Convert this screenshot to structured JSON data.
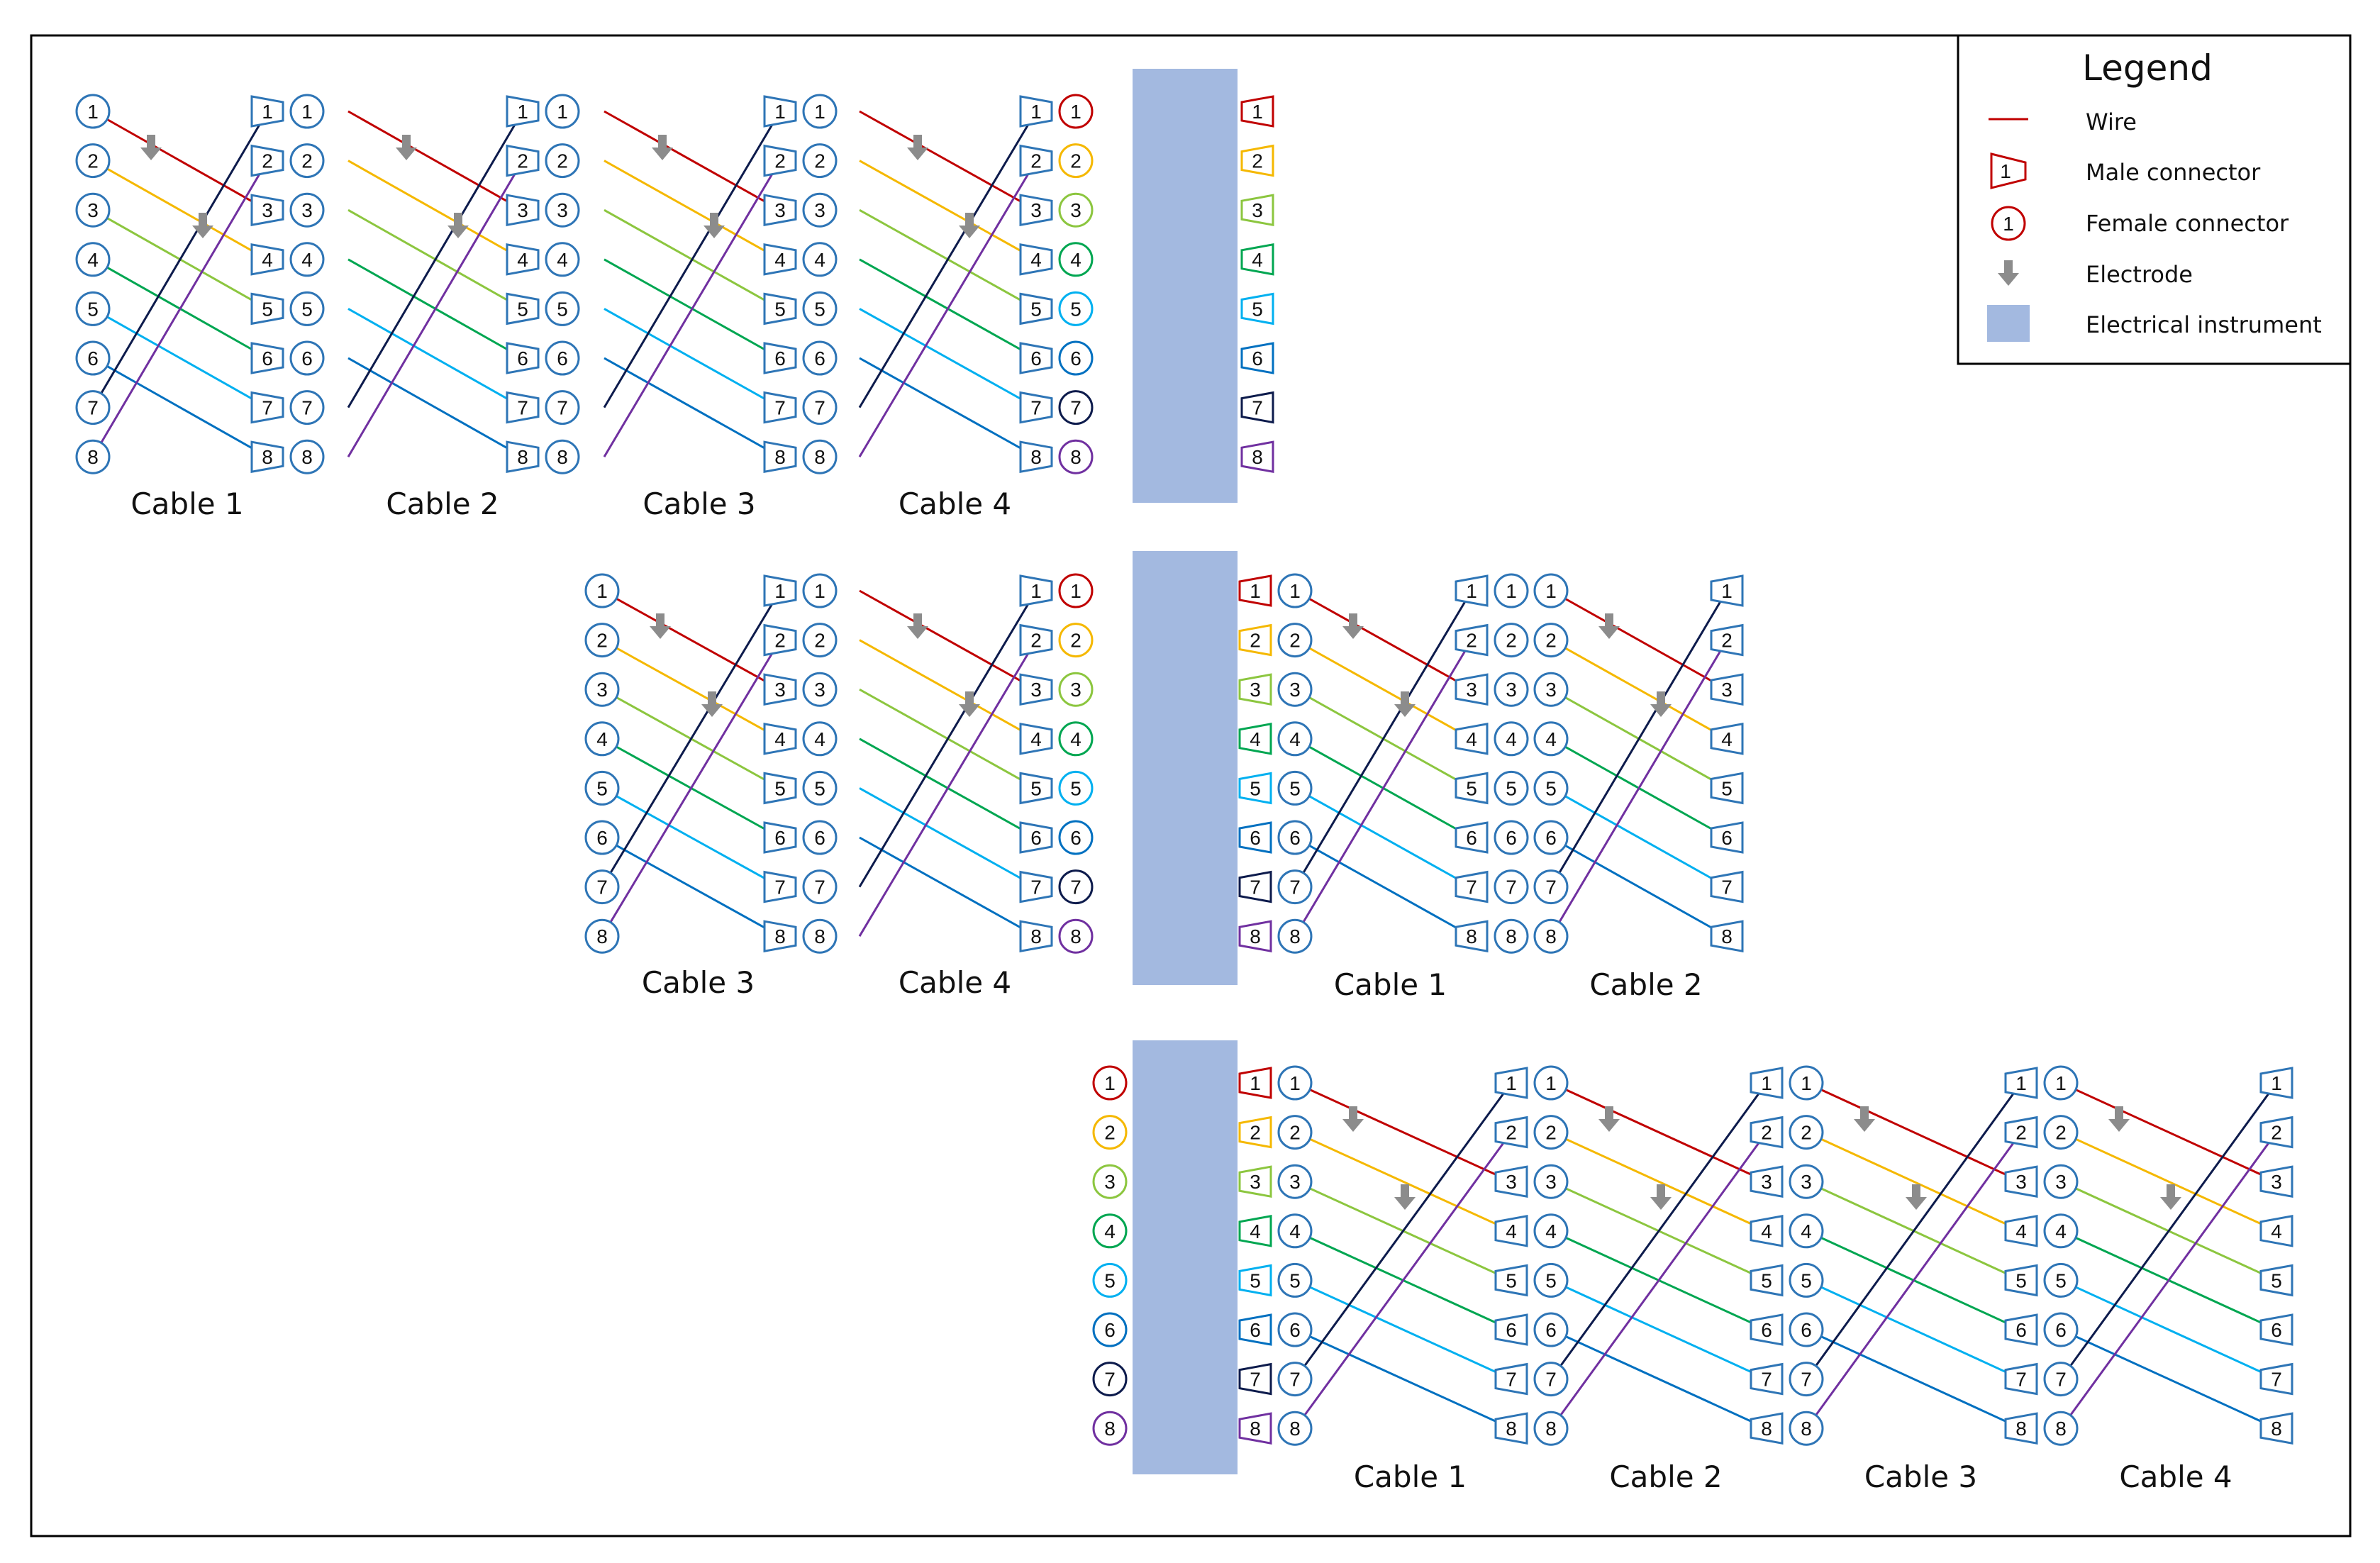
{
  "legend": {
    "title": "Legend",
    "items": [
      {
        "kind": "wire",
        "label": "Wire",
        "icon": "wire-line-icon"
      },
      {
        "kind": "male",
        "label": "Male connector",
        "symbol": "1",
        "icon": "male-connector-icon"
      },
      {
        "kind": "female",
        "label": "Female connector",
        "symbol": "1",
        "icon": "female-connector-icon"
      },
      {
        "kind": "electrode",
        "label": "Electrode",
        "icon": "electrode-arrow-icon"
      },
      {
        "kind": "instrument",
        "label": "Electrical instrument",
        "icon": "instrument-swatch-icon"
      }
    ]
  },
  "cable_names": [
    "Cable 1",
    "Cable 2",
    "Cable 3",
    "Cable 4"
  ],
  "pin_labels": [
    "1",
    "2",
    "3",
    "4",
    "5",
    "6",
    "7",
    "8"
  ],
  "colors": {
    "pins": [
      "#c00000",
      "#f5b800",
      "#8cc63f",
      "#00a651",
      "#00b0f0",
      "#0070c0",
      "#0d1b4c",
      "#7030a0"
    ],
    "connector_outline": "#2e75b6",
    "instrument": "#a3b9e0",
    "electrode": "#8c8c8c",
    "wire_legend": "#c00000",
    "frame": "#000000"
  },
  "wiring": {
    "cable_1": [
      [
        "1",
        "3"
      ],
      [
        "2",
        "4"
      ],
      [
        "3",
        "5"
      ],
      [
        "4",
        "6"
      ],
      [
        "5",
        "7"
      ],
      [
        "6",
        "8"
      ],
      [
        "7",
        "1"
      ],
      [
        "8",
        "2"
      ]
    ],
    "cable_2": [
      [
        "1",
        "3"
      ],
      [
        "2",
        "4"
      ],
      [
        "3",
        "5"
      ],
      [
        "4",
        "6"
      ],
      [
        "5",
        "7"
      ],
      [
        "6",
        "8"
      ],
      [
        "7",
        "1"
      ],
      [
        "8",
        "2"
      ]
    ],
    "cable_3": [
      [
        "1",
        "3"
      ],
      [
        "2",
        "4"
      ],
      [
        "3",
        "5"
      ],
      [
        "4",
        "6"
      ],
      [
        "5",
        "7"
      ],
      [
        "6",
        "8"
      ],
      [
        "7",
        "1"
      ],
      [
        "8",
        "2"
      ]
    ],
    "cable_4": [
      [
        "1",
        "3"
      ],
      [
        "2",
        "4"
      ],
      [
        "3",
        "5"
      ],
      [
        "4",
        "6"
      ],
      [
        "5",
        "7"
      ],
      [
        "6",
        "8"
      ],
      [
        "7",
        "1"
      ],
      [
        "8",
        "2"
      ]
    ]
  },
  "configurations": [
    {
      "name": "configuration-1",
      "cables_left_of_instrument": [
        "Cable 1",
        "Cable 2",
        "Cable 3",
        "Cable 4"
      ],
      "cables_right_of_instrument": []
    },
    {
      "name": "configuration-2",
      "cables_left_of_instrument": [
        "Cable 3",
        "Cable 4"
      ],
      "cables_right_of_instrument": [
        "Cable 1",
        "Cable 2"
      ]
    },
    {
      "name": "configuration-3",
      "cables_left_of_instrument": [],
      "cables_right_of_instrument": [
        "Cable 1",
        "Cable 2",
        "Cable 3",
        "Cable 4"
      ]
    }
  ]
}
